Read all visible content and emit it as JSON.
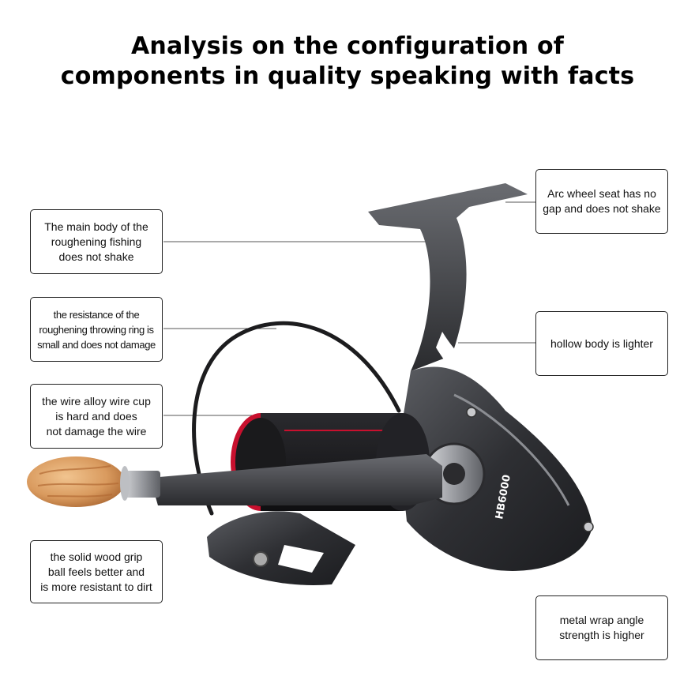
{
  "title": {
    "line1": "Analysis on the configuration of",
    "line2": "components in quality speaking with facts"
  },
  "callouts": {
    "main_body": [
      "The main body of the",
      "roughening fishing",
      "does not shake"
    ],
    "throwing_ring": [
      "the resistance of the",
      "roughening throwing ring is",
      "small and does not damage"
    ],
    "wire_cup": [
      "the wire alloy wire cup",
      "is hard and does",
      "not damage the wire"
    ],
    "wood_grip": [
      "the solid wood grip",
      "ball feels better and",
      "is more resistant to dirt"
    ],
    "arc_seat": [
      "Arc wheel seat has no",
      "gap and does not shake"
    ],
    "hollow_body": [
      "hollow body is lighter"
    ],
    "metal_wrap": [
      "metal wrap angle",
      "strength is higher"
    ]
  },
  "product": {
    "model_label": "HB6000"
  },
  "colors": {
    "reel_body": "#3a3b3f",
    "spool_accent": "#c8102e",
    "wood_grip": "#d99a5e"
  }
}
